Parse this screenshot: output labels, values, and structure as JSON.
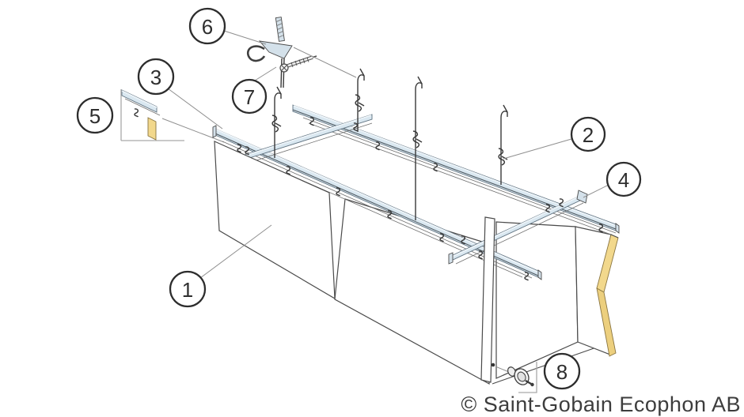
{
  "diagram": {
    "kind": "suspended-baffle-installation-diagram",
    "parts": {
      "1": "baffle-panel",
      "2": "hanger-wire-with-spring-clip",
      "3": "main-runner-rail",
      "4": "cross-rail-end-connector",
      "5": "rail-and-panel-edge-detail",
      "6": "ceiling-fixing-bracket",
      "7": "screw",
      "8": "panel-edge-connector"
    }
  },
  "callouts": [
    {
      "number": "1"
    },
    {
      "number": "2"
    },
    {
      "number": "3"
    },
    {
      "number": "4"
    },
    {
      "number": "5"
    },
    {
      "number": "6"
    },
    {
      "number": "7"
    },
    {
      "number": "8"
    }
  ],
  "copyright": "© Saint-Gobain Ecophon AB",
  "colors": {
    "line": "#4a4a4a",
    "rail_fill": "#d9e7f0",
    "rail_highlight": "#f0f6fa",
    "panel_fill": "#ffffff",
    "glass_wool_yellow": "#f2d88c",
    "glass_wool_yellow_dark": "#eccf7e",
    "leader_line": "#8f8f8f",
    "text": "#3d3d3d"
  }
}
